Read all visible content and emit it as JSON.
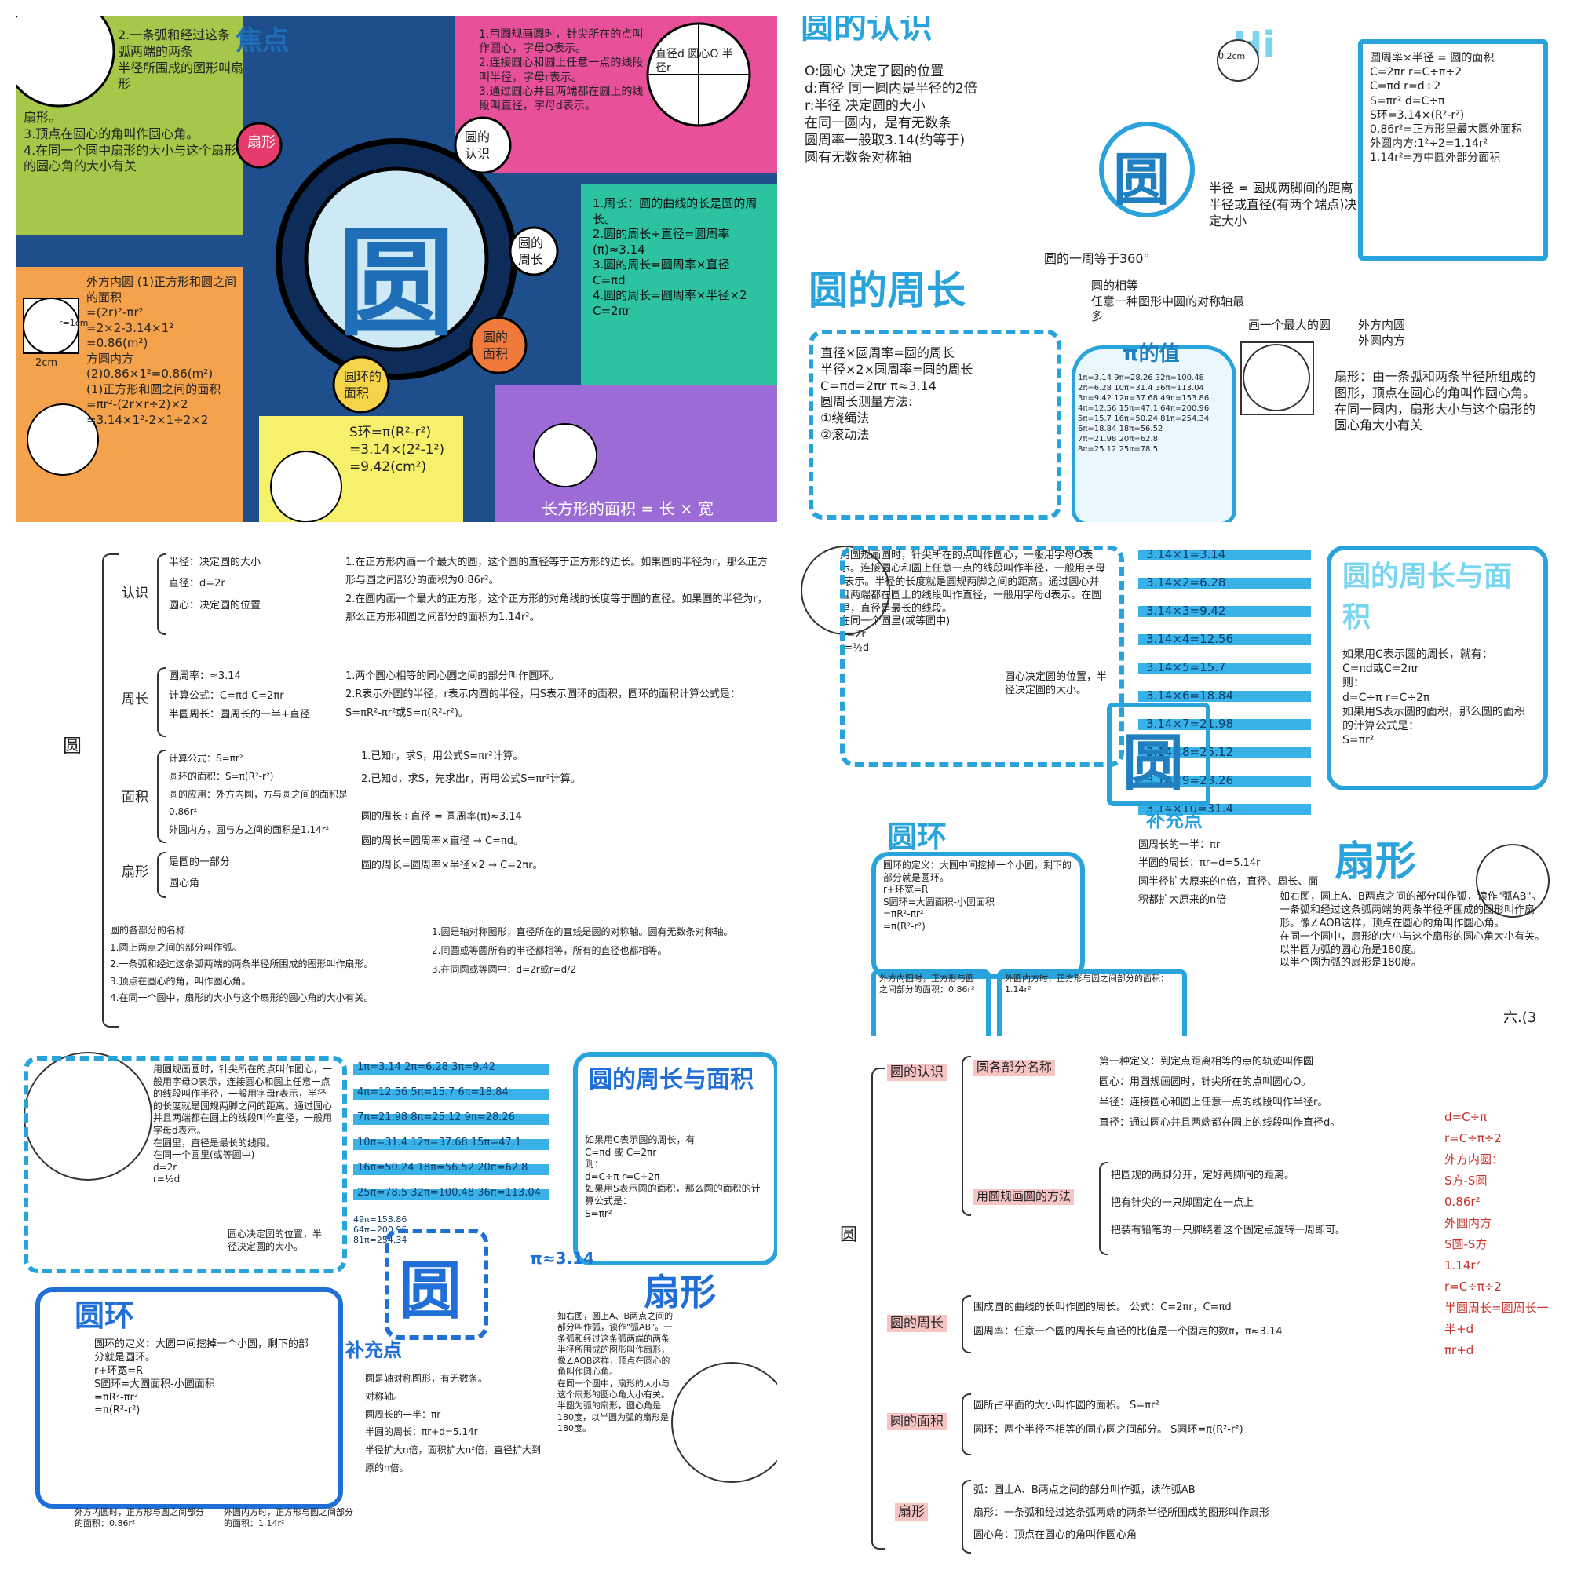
{
  "panel1": {
    "center_char": "圆",
    "top_label": "焦点",
    "sector_label": "扇形",
    "topic_recognize": "圆的认识",
    "topic_perimeter": "圆的周长",
    "topic_area": "圆的面积",
    "topic_ring": "圆环的面积",
    "text_tl": "2.一条弧和经过这条\n弧两端的两条\n半径所围成的图形叫扇形",
    "text_tl2": "扇形。\n3.顶点在圆心的角叫作圆心角。\n4.在同一个圆中扇形的大小与这个扇形的圆心角的大小有关",
    "text_tr": "1.用圆规画圆时，针尖所在的点叫作圆心，字母O表示。\n2.连接圆心和圆上任意一点的线段叫半径，字母r表示。\n3.通过圆心并且两端都在圆上的线段叫直径，字母d表示。",
    "circle_labels": "直径d  圆心O  半径r",
    "text_right": "1.周长：圆的曲线的长是圆的周长。\n2.圆的周长÷直径=圆周率(π)≈3.14\n3.圆的周长=圆周率×直径\nC=πd\n4.圆的周长=圆周率×半径×2  C=2πr",
    "text_left": "外方内圆  (1)正方形和圆之间的面积\n=(2r)²-πr²\n=2×2-3.14×1²\n=0.86(m²)\n方圆内方  (2)0.86×1²=0.86(m²)\n(1)正方形和圆之间的面积\n=πr²-(2r×r÷2)×2\n=3.14×1²-2×1÷2×2",
    "text_ring": "S环=π(R²-r²)\n=3.14×(2²-1²)\n=9.42(cm²)",
    "text_rect": "长方形的面积 = 长 × 宽",
    "label_2cm": "2cm",
    "label_r1": "r=1cm"
  },
  "panel2": {
    "title_recognize": "圆的认识",
    "title_perimeter": "圆的周长",
    "center_char": "圆",
    "hi": "Hi",
    "text_def": "O:圆心  决定了圆的位置\nd:直径  同一圆内是半径的2倍\nr:半径  决定圆的大小\n在同一圆内，是有无数条\n圆周率一般取3.14(约等于)\n圆有无数条对称轴",
    "text_box": "圆周率×半径 = 圆的面积\nC=2πr   r=C÷π÷2\nC=πd    r=d÷2\nS=πr²   d=C÷π\nS环=3.14×(R²-r²)\n0.86r²=正方形里最大圆外面积\n外圆内方:1²÷2=1.14r²\n1.14r²=方中圆外部分面积",
    "text_halfdiam": "半径 = 圆规两脚间的距离\n半径或直径(有两个端点)决定大小",
    "text_360": "圆的一周等于360°",
    "text_pi_title": "π的值",
    "text_pi": "1π=3.14  9π=28.26  32π=100.48\n2π=6.28  10π=31.4  36π=113.04\n3π=9.42  12π=37.68  49π=153.86\n4π=12.56  15π=47.1  64π=200.96\n5π=15.7  16π=50.24  81π=254.34\n6π=18.84  18π=56.52\n7π=21.98  20π=62.8\n8π=25.12  25π=78.5",
    "text_perim": "直径×圆周率=圆的周长\n半径×2×圆周率=圆的周长\nC=πd=2πr  π≈3.14\n圆周长测量方法:\n①绕绳法\n②滚动法",
    "text_sector": "扇形：由一条弧和两条半径所组成的图形，顶点在圆心的角叫作圆心角。\n在同一圆内，扇形大小与这个扇形的圆心角大小有关",
    "text_square": "画一个最大的圆",
    "text_outer": "外方内圆\n外圆内方",
    "label_02cm": "0.2cm",
    "text_symm": "圆的相等\n任意一种图形中圆的对称轴最多"
  },
  "panel3": {
    "root": "圆",
    "branch_recognize": "认识",
    "branch_perimeter": "周长",
    "branch_area": "面积",
    "branch_sector": "扇形",
    "rec_items": "半径：决定圆的大小\n直径：d=2r\n圆心：决定圆的位置",
    "per_items": "圆周率：≈3.14\n计算公式：C=πd C=2πr\n半圆周长：圆周长的一半+直径",
    "area_items": "计算公式：S=πr²\n圆环的面积：S=π(R²-r²)\n圆的应用：外方内圆，方与圆之间的面积是0.86r²\n外圆内方，圆与方之间的面积是1.14r²",
    "sec_items": "是圆的一部分\n圆心角",
    "text_right_top": "1.在正方形内画一个最大的圆，这个圆的直径等于正方形的边长。如果圆的半径为r，那么正方形与圆之间部分的面积为0.86r²。\n2.在圆内画一个最大的正方形，这个正方形的对角线的长度等于圆的直径。如果圆的半径为r，那么正方形和圆之间部分的面积为1.14r²。",
    "text_ring": "1.两个圆心相等的同心圆之间的部分叫作圆环。\n2.R表示外圆的半径，r表示内圆的半径，用S表示圆环的面积，圆环的面积计算公式是：S=πR²-πr²或S=π(R²-r²)。",
    "text_known": "1.已知r，求S，用公式S=πr²计算。\n2.已知d，求S，先求出r，再用公式S=πr²计算。",
    "text_formula": "圆的周长÷直径 = 圆周率(π)≈3.14\n圆的周长=圆周率×直径 → C=πd。\n圆的周长=圆周率×半径×2 → C=2πr。",
    "text_bottom_left": "圆的各部分的名称\n1.圆上两点之间的部分叫作弧。\n2.一条弧和经过这条弧两端的两条半径所围成的图形叫作扇形。\n3.顶点在圆心的角，叫作圆心角。\n4.在同一个圆中，扇形的大小与这个扇形的圆心角的大小有关。",
    "text_bottom_right": "1.圆是轴对称图形，直径所在的直线是圆的对称轴。圆有无数条对称轴。\n2.同圆或等圆所有的半径都相等，所有的直径也都相等。\n3.在同圆或等圆中：d=2r或r=d/2"
  },
  "panel4": {
    "center_char": "圆",
    "title_pa": "圆的周长与面积",
    "title_ring": "圆环",
    "title_sector": "扇形",
    "title_extra": "补充点",
    "text_def": "用圆规画圆时，针尖所在的点叫作圆心，一般用字母O表示。连接圆心和圆上任意一点的线段叫作半径，一般用字母r表示。半径的长度就是圆规两脚之间的距离。通过圆心并且两端都在圆上的线段叫作直径，一般用字母d表示。在圆里，直径是最长的线段。\n在同一个圆里(或等圆中)\nd=2r\nr=½d",
    "text_def2": "圆心决定圆的位置，半径决定圆的大小。",
    "pi_rows": [
      "3.14×1=3.14",
      "3.14×2=6.28",
      "3.14×3=9.42",
      "3.14×4=12.56",
      "3.14×5=15.7",
      "3.14×6=18.84",
      "3.14×7=21.98",
      "3.14×8=25.12",
      "3.14×9=28.26",
      "3.14×10=31.4"
    ],
    "text_pa": "如果用C表示圆的周长，就有：\nC=πd或C=2πr\n则：\nd=C÷π  r=C÷2π\n如果用S表示圆的面积，那么圆的面积的计算公式是：\nS=πr²",
    "text_ring": "圆环的定义：大圆中间挖掉一个小圆，剩下的部分就是圆环。\nr+环宽=R\nS圆环=大圆面积-小圆面积\n=πR²-πr²\n=π(R²-r²)",
    "text_extra": "圆周长的一半：πr\n半圆的周长：πr+d=5.14r\n圆半径扩大原来的n倍，直径、周长、面积都扩大原来的n倍",
    "text_sector": "如右图，圆上A、B两点之间的部分叫作弧，读作\"弧AB\"。一条弧和经过这条弧两端的两条半径所围成的图形叫作扇形。像∠AOB这样，顶点在圆心的角叫作圆心角。\n在同一个圆中，扇形的大小与这个扇形的圆心角大小有关。\n以半圆为弧的圆心角是180度。\n以半个圆为弧的扇形是180度。",
    "text_outer": "外方内圆时，正方形与圆之间部分的面积：0.86r²",
    "text_inner": "外圆内方时，正方形与圆之间部分的面积：1.14r²",
    "text_liu": "六.(3"
  },
  "panel5": {
    "center_char": "圆",
    "title_pa": "圆的周长与面积",
    "title_ring": "圆环",
    "title_sector": "扇形",
    "title_extra": "补充点",
    "pi_label": "π≈3.14",
    "text_def": "用圆规画圆时，针尖所在的点叫作圆心，一般用字母O表示，连接圆心和圆上任意一点的线段叫作半径，一般用字母r表示，半径的长度就是圆规两脚之间的距离。通过圆心并且两端都在圆上的线段叫作直径，一般用字母d表示。\n在圆里，直径是最长的线段。\n在同一个圆里(或等圆中)\nd=2r\nr=½d",
    "text_def2": "圆心决定圆的位置，半径决定圆的大小。",
    "pi_rows": [
      "1π=3.14  2π=6.28  3π=9.42",
      "4π=12.56  5π=15.7  6π=18.84",
      "7π=21.98  8π=25.12  9π=28.26",
      "10π=31.4  12π=37.68  15π=47.1",
      "16π=50.24  18π=56.52  20π=62.8",
      "25π=78.5  32π=100.48  36π=113.04",
      "49π=153.86",
      "64π=200.96",
      "81π=254.34"
    ],
    "text_pa": "如果用C表示圆的周长，有\nC=πd 或 C=2πr\n则：\nd=C÷π  r=C÷2π\n如果用S表示圆的面积，那么圆的面积的计算公式是：\nS=πr²",
    "text_ring": "圆环的定义：大圆中间挖掉一个小圆，剩下的部分就是圆环。\nr+环宽=R\nS圆环=大圆面积-小圆面积\n=πR²-πr²\n=π(R²-r²)",
    "text_extra": "圆是轴对称图形，有无数条。\n对称轴。\n圆周长的一半：πr\n半圆的周长：πr+d=5.14r\n半径扩大n倍，面积扩大n²倍，直径扩大到原的n倍。",
    "text_sector": "如右图，圆上A、B两点之间的部分叫作弧，读作\"弧AB\"。一条弧和经过这条弧两端的两条半径所围成的图形叫作扇形，像∠AOB这样，顶点在圆心的角叫作圆心角。\n在同一个圆中，扇形的大小与这个扇形的圆心角大小有关。\n半圆为弧的扇形，圆心角是180度，以半圆为弧的扇形是180度。",
    "text_outer": "外方内圆时，正方形与圆之间部分的面积：0.86r²",
    "text_inner": "外圆内方时，正方形与圆之间部分的面积：1.14r²"
  },
  "panel6": {
    "root": "圆",
    "b_recognize": "圆的认识",
    "b_names": "圆各部分名称",
    "b_draw": "用圆规画圆的方法",
    "b_perimeter": "圆的周长",
    "b_area": "圆的面积",
    "b_sector": "扇形",
    "names_text": "第一种定义：到定点距离相等的点的轨迹叫作圆\n圆心：用圆规画圆时，针尖所在的点叫圆心O。\n半径：连接圆心和圆上任意一点的线段叫作半径r。\n直径：通过圆心并且两端都在圆上的线段叫作直径d。",
    "draw_text": "把圆规的两脚分开，定好两脚间的距离。\n把有针尖的一只脚固定在一点上\n把装有铅笔的一只脚绕着这个固定点旋转一周即可。",
    "perim_text": "围成圆的曲线的长叫作圆的周长。  公式：C=2πr，C=πd\n圆周率：任意一个圆的周长与直径的比值是一个固定的数π，π≈3.14",
    "area_text": "圆所占平面的大小叫作圆的面积。  S=πr²\n圆环：两个半径不相等的同心圆之间部分。  S圆环=π(R²-r²)",
    "sector_text": "弧：圆上A、B两点之间的部分叫作弧，读作弧AB\n扇形：一条弧和经过这条弧两端的两条半径所围成的图形叫作扇形\n圆心角：顶点在圆心的角叫作圆心角",
    "red_notes": "d=C÷π\nr=C÷π÷2\n外方内圆：\nS方-S圆\n0.86r²\n外圆内方\nS圆-S方\n1.14r²\nr=C÷π÷2\n半圆周长=圆周长一半+d\nπr+d"
  }
}
